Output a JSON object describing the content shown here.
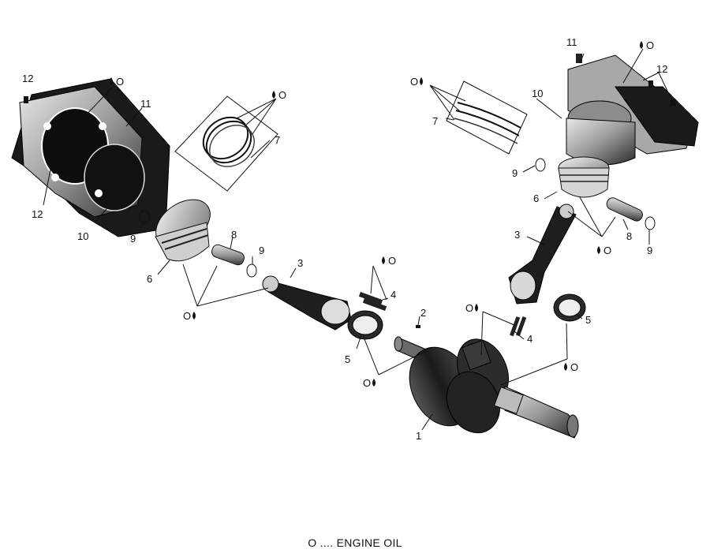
{
  "legend": "O .... ENGINE OIL",
  "oil_mark": "O",
  "callouts": [
    "1",
    "2",
    "3",
    "4",
    "5",
    "6",
    "7",
    "8",
    "9",
    "10",
    "11",
    "12"
  ]
}
